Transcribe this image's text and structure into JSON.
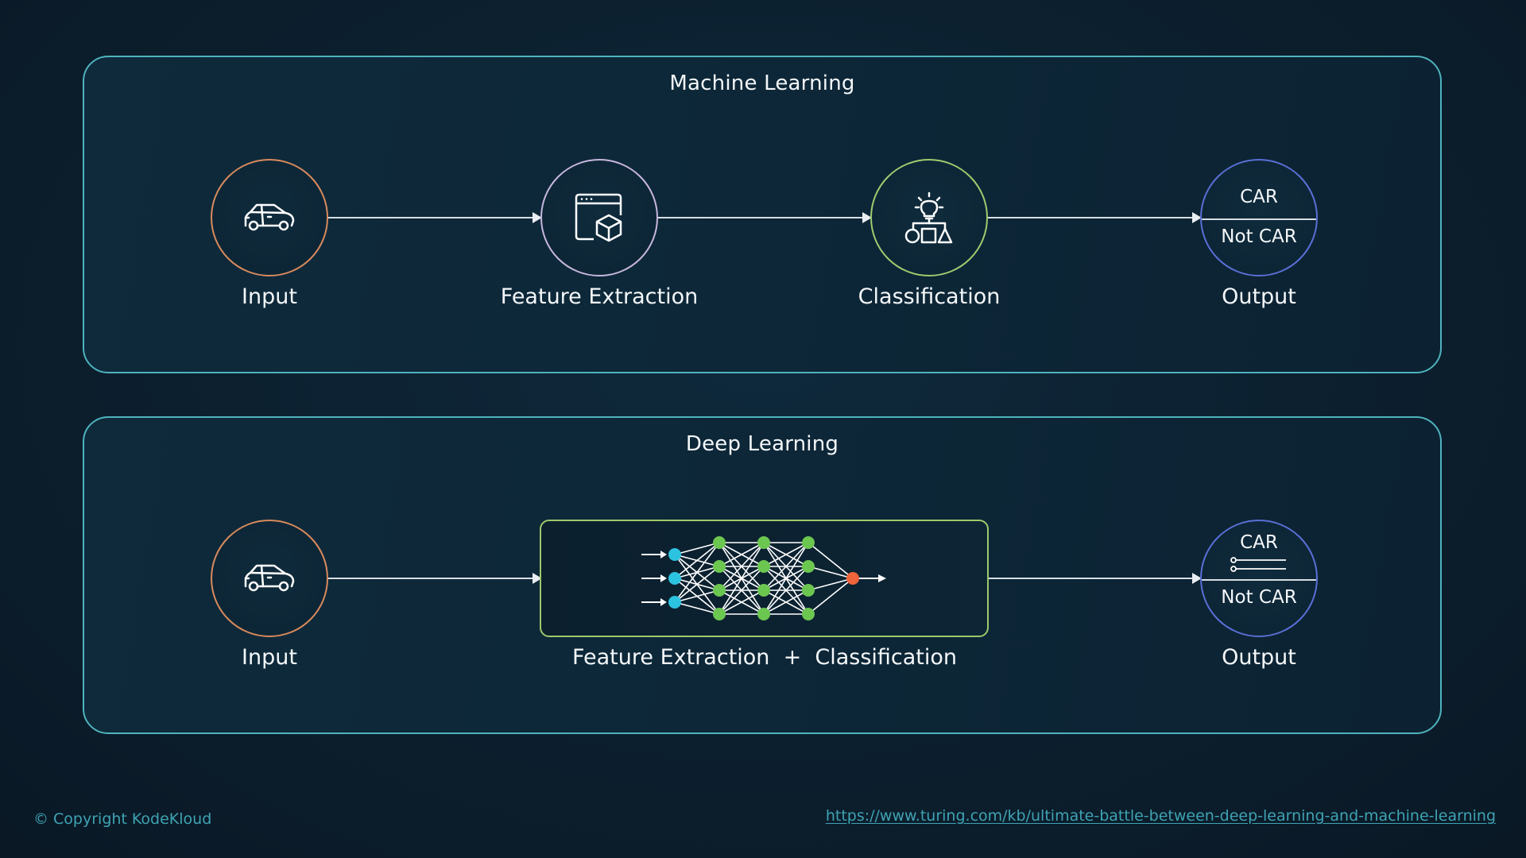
{
  "machine_learning": {
    "title": "Machine Learning",
    "steps": [
      {
        "label": "Input",
        "icon": "car-icon",
        "ring_color": "#d98a5c"
      },
      {
        "label": "Feature Extraction",
        "icon": "window-cube-icon",
        "ring_color": "#c7b6dd"
      },
      {
        "label": "Classification",
        "icon": "lightbulb-shapes-icon",
        "ring_color": "#9ecb6e"
      },
      {
        "label": "Output",
        "icon": "none",
        "ring_color": "#5a6fd6"
      }
    ],
    "output": {
      "positive": "CAR",
      "negative": "Not CAR"
    }
  },
  "deep_learning": {
    "title": "Deep Learning",
    "steps": [
      {
        "label": "Input",
        "icon": "car-icon",
        "ring_color": "#d98a5c"
      },
      {
        "label": "Feature Extraction  +  Classification",
        "icon": "neural-network-icon",
        "ring_color": "#9ec96a"
      },
      {
        "label": "Output",
        "icon": "list-icon",
        "ring_color": "#5a6fd6"
      }
    ],
    "output": {
      "positive": "CAR",
      "negative": "Not CAR"
    },
    "network": {
      "layers": [
        3,
        4,
        4,
        4,
        1
      ],
      "colors": {
        "input": "#2cc3e0",
        "hidden": "#6cc750",
        "output": "#f0643c"
      }
    }
  },
  "footer": {
    "copyright": "© Copyright KodeKloud",
    "link": "https://www.turing.com/kb/ultimate-battle-between-deep-learning-and-machine-learning"
  }
}
